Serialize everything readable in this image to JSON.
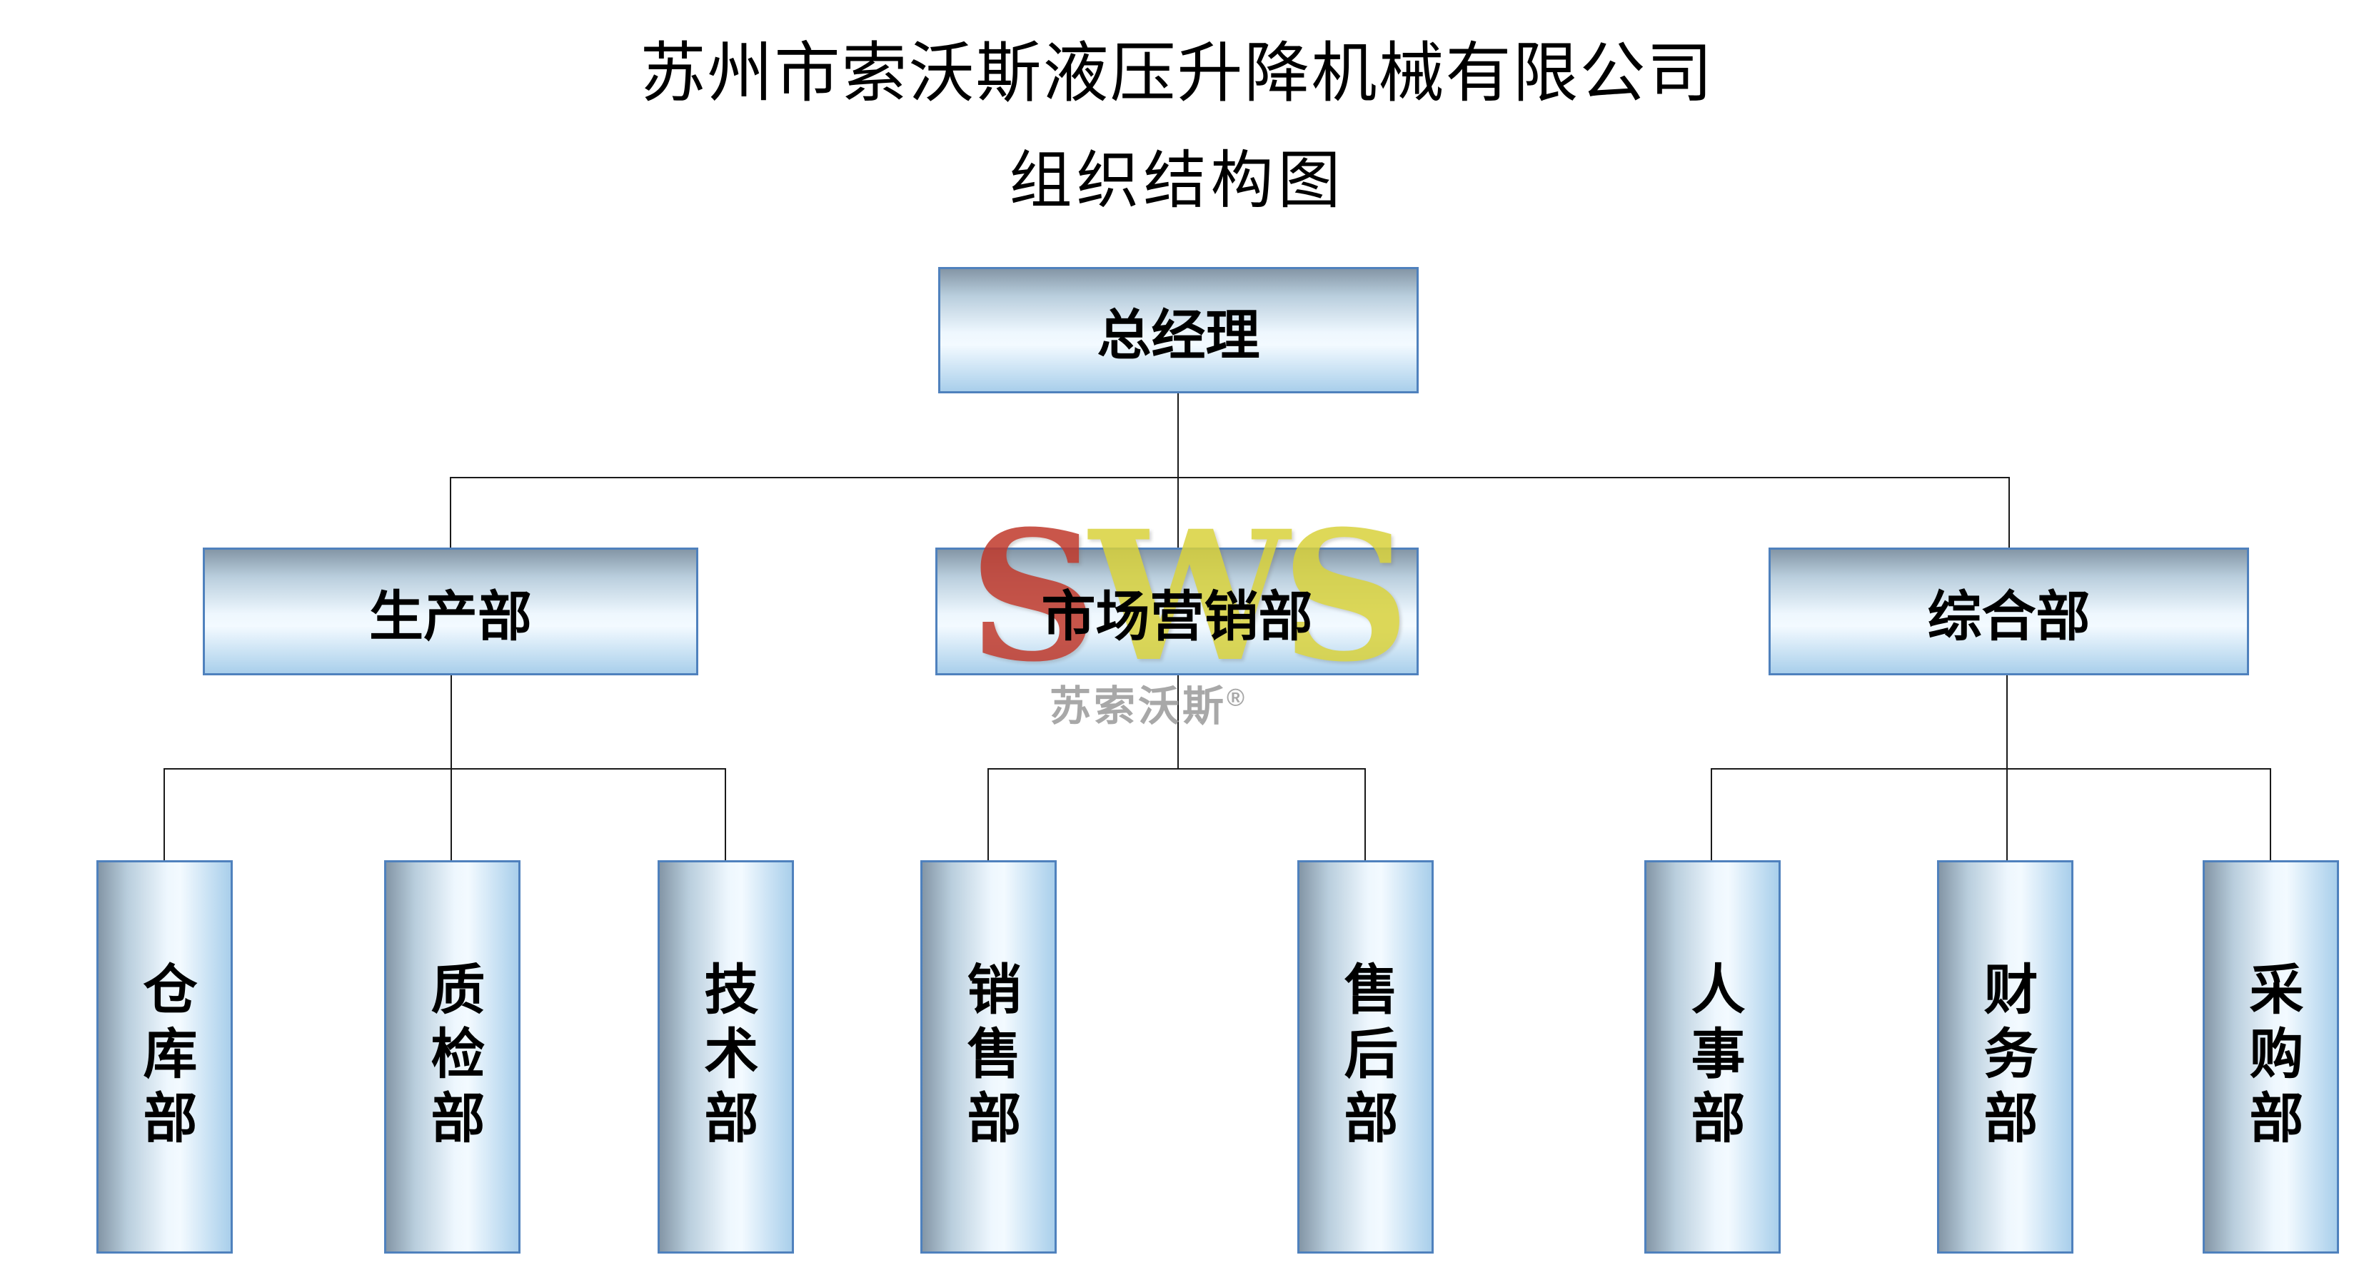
{
  "header": {
    "company_name": "苏州市索沃斯液压升降机械有限公司",
    "chart_title": "组织结构图"
  },
  "org": {
    "root": {
      "label": "总经理"
    },
    "departments": [
      {
        "label": "生产部",
        "children": [
          {
            "label": "仓库部"
          },
          {
            "label": "质检部"
          },
          {
            "label": "技术部"
          }
        ]
      },
      {
        "label": "市场营销部",
        "children": [
          {
            "label": "销售部"
          },
          {
            "label": "售后部"
          }
        ]
      },
      {
        "label": "综合部",
        "children": [
          {
            "label": "人事部"
          },
          {
            "label": "财务部"
          },
          {
            "label": "采购部"
          }
        ]
      }
    ]
  },
  "watermark": {
    "letters": [
      {
        "char": "S",
        "color": "#c0392b"
      },
      {
        "char": "W",
        "color": "#d9d23c"
      },
      {
        "char": "S",
        "color": "#d9d23c"
      }
    ],
    "brand_text": "苏索沃斯",
    "registered_mark": "®",
    "text_color": "#9a9a9a"
  },
  "style": {
    "box_border_color": "#4f81bd",
    "box_gradient_top": "#8496a6",
    "box_gradient_middle": "#f3faff",
    "box_gradient_bottom": "#a9cfeb",
    "connector_line_color": "#1a1a1a"
  }
}
